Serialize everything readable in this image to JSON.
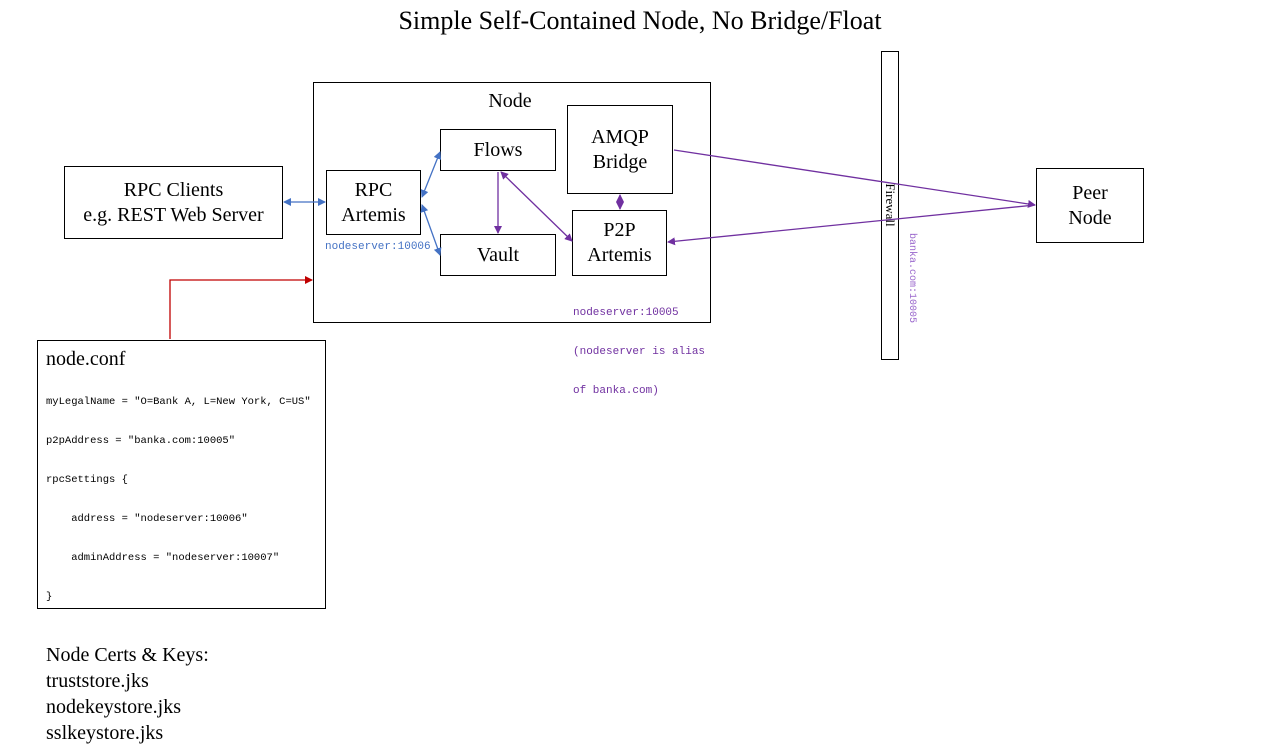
{
  "title": "Simple Self-Contained Node, No Bridge/Float",
  "node": {
    "label": "Node",
    "rpc_artemis": [
      "RPC",
      "Artemis"
    ],
    "flows": "Flows",
    "vault": "Vault",
    "amqp_bridge": [
      "AMQP",
      "Bridge"
    ],
    "p2p_artemis": [
      "P2P",
      "Artemis"
    ],
    "rpc_address": "nodeserver:10006",
    "p2p_address_lines": [
      "nodeserver:10005",
      "(nodeserver is alias",
      "of banka.com)"
    ]
  },
  "rpc_clients": [
    "RPC Clients",
    "e.g. REST Web Server"
  ],
  "peer_node": [
    "Peer",
    "Node"
  ],
  "firewall": {
    "label": "Firewall",
    "address": "banka.com:10005"
  },
  "config": {
    "heading": "node.conf",
    "lines": [
      "myLegalName = \"O=Bank A, L=New York, C=US\"",
      "p2pAddress = \"banka.com:10005\"",
      "rpcSettings {",
      "    address = \"nodeserver:10006\"",
      "    adminAddress = \"nodeserver:10007\"",
      "}"
    ],
    "certs_heading": "Node Certs & Keys:",
    "certs": [
      "truststore.jks",
      "nodekeystore.jks",
      "sslkeystore.jks"
    ]
  },
  "colors": {
    "rpc_arrows": "#4472c4",
    "p2p_arrows": "#7030a0",
    "config_arrow": "#c00000"
  }
}
